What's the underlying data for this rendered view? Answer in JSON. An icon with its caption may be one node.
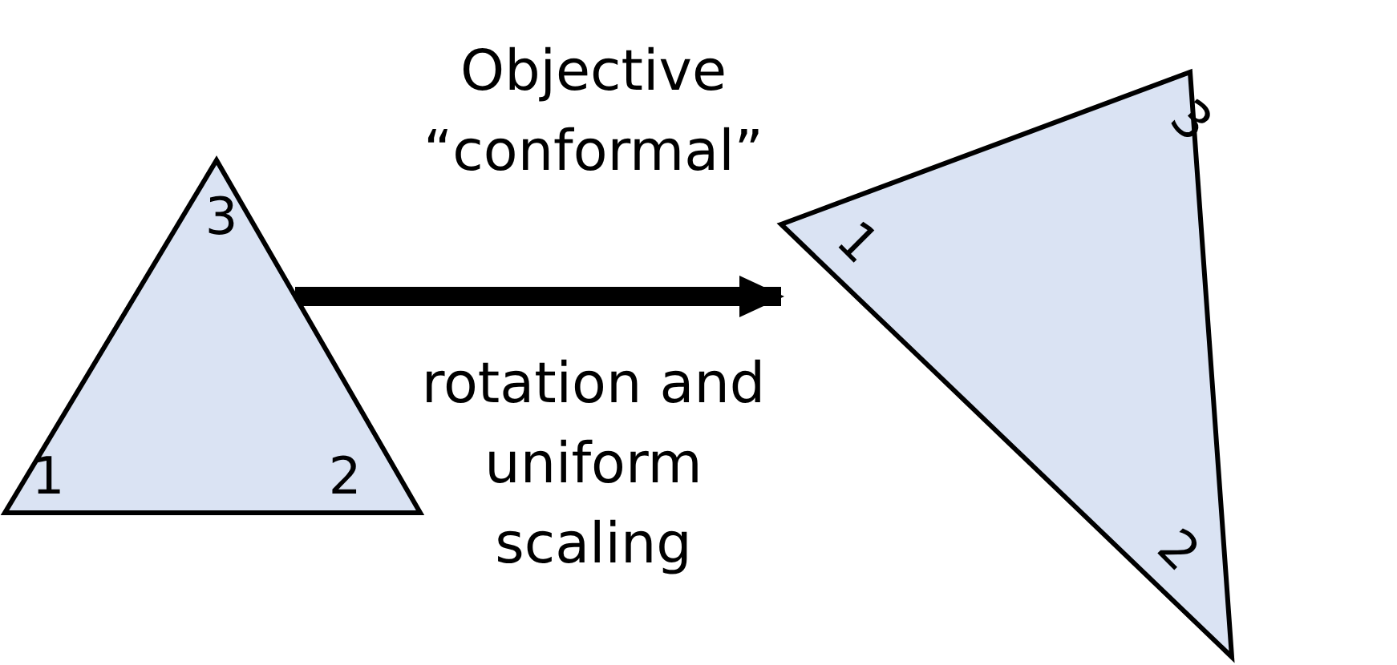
{
  "diagram": {
    "nodes": [
      {
        "text": [
          "3",
          "1",
          "2"
        ]
      },
      {
        "text": [
          "3",
          "1",
          "2"
        ]
      }
    ],
    "edges": [
      {
        "from": 0,
        "to": 1,
        "arrow": "to"
      }
    ],
    "labels": [
      "Objective “conformal”",
      "rotation and uniform scaling"
    ]
  }
}
